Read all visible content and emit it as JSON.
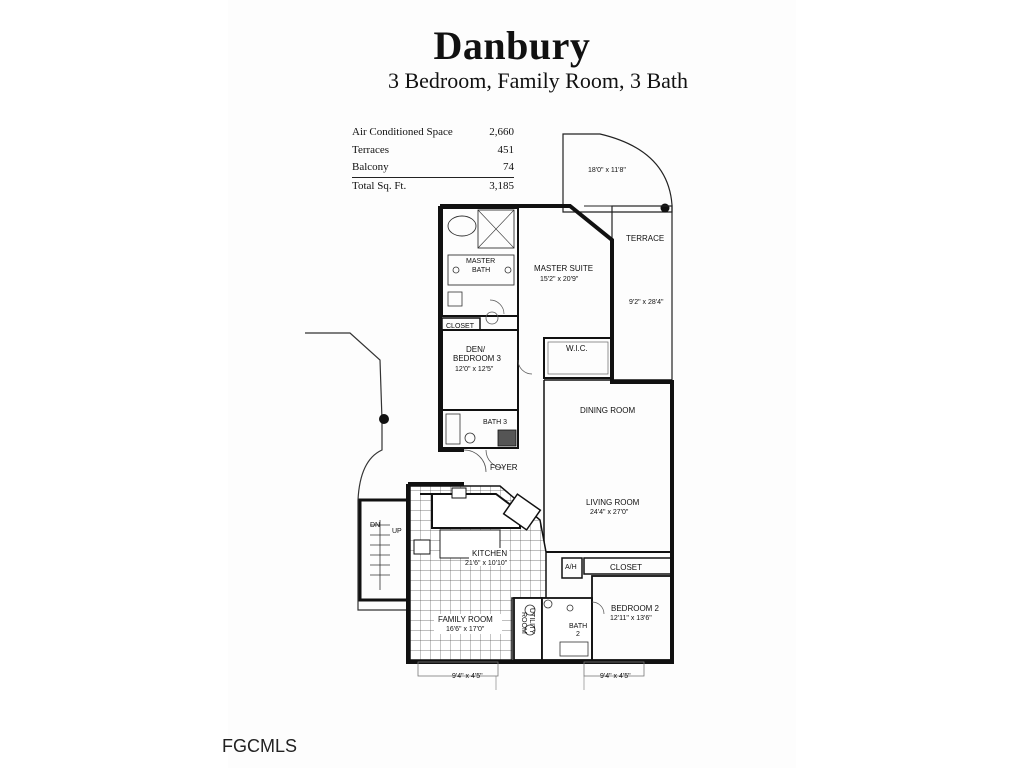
{
  "plan": {
    "name": "Danbury",
    "description": "3 Bedroom, Family Room, 3 Bath"
  },
  "areas": [
    {
      "label": "Air Conditioned Space",
      "value": "2,660"
    },
    {
      "label": "Terraces",
      "value": "451"
    },
    {
      "label": "Balcony",
      "value": "74"
    },
    {
      "label": "Total Sq. Ft.",
      "value": "3,185"
    }
  ],
  "rooms": {
    "balcony_dim": "18'0\" x 11'8\"",
    "terrace": "TERRACE",
    "terrace_dim": "9'2\" x 28'4\"",
    "master_bath": [
      "MASTER",
      "BATH"
    ],
    "master_suite": "MASTER SUITE",
    "master_suite_dim": "15'2\" x 20'9\"",
    "closet_top": "CLOSET",
    "den": [
      "DEN/",
      "BEDROOM 3"
    ],
    "den_dim": "12'0\" x 12'5\"",
    "wic": "W.I.C.",
    "dining": "DINING ROOM",
    "bath3": "BATH 3",
    "foyer": "FOYER",
    "living": "LIVING ROOM",
    "living_dim": "24'4\" x 27'0\"",
    "kitchen": "KITCHEN",
    "kitchen_dim": "21'6\" x 10'10\"",
    "ah": "A/H",
    "closet_right": "CLOSET",
    "bedroom2": "BEDROOM 2",
    "bedroom2_dim": "12'11\" x 13'6\"",
    "family": "FAMILY ROOM",
    "family_dim": "16'6\" x 17'0\"",
    "utility": [
      "UTILITY",
      "ROOM"
    ],
    "bath2": [
      "BATH",
      "2"
    ],
    "porch_left_dim": "9'4\" x 4'5\"",
    "porch_right_dim": "9'4\" x 4'5\"",
    "stair_up": "UP",
    "stair_dn": "DN"
  },
  "watermark": "FGCMLS"
}
